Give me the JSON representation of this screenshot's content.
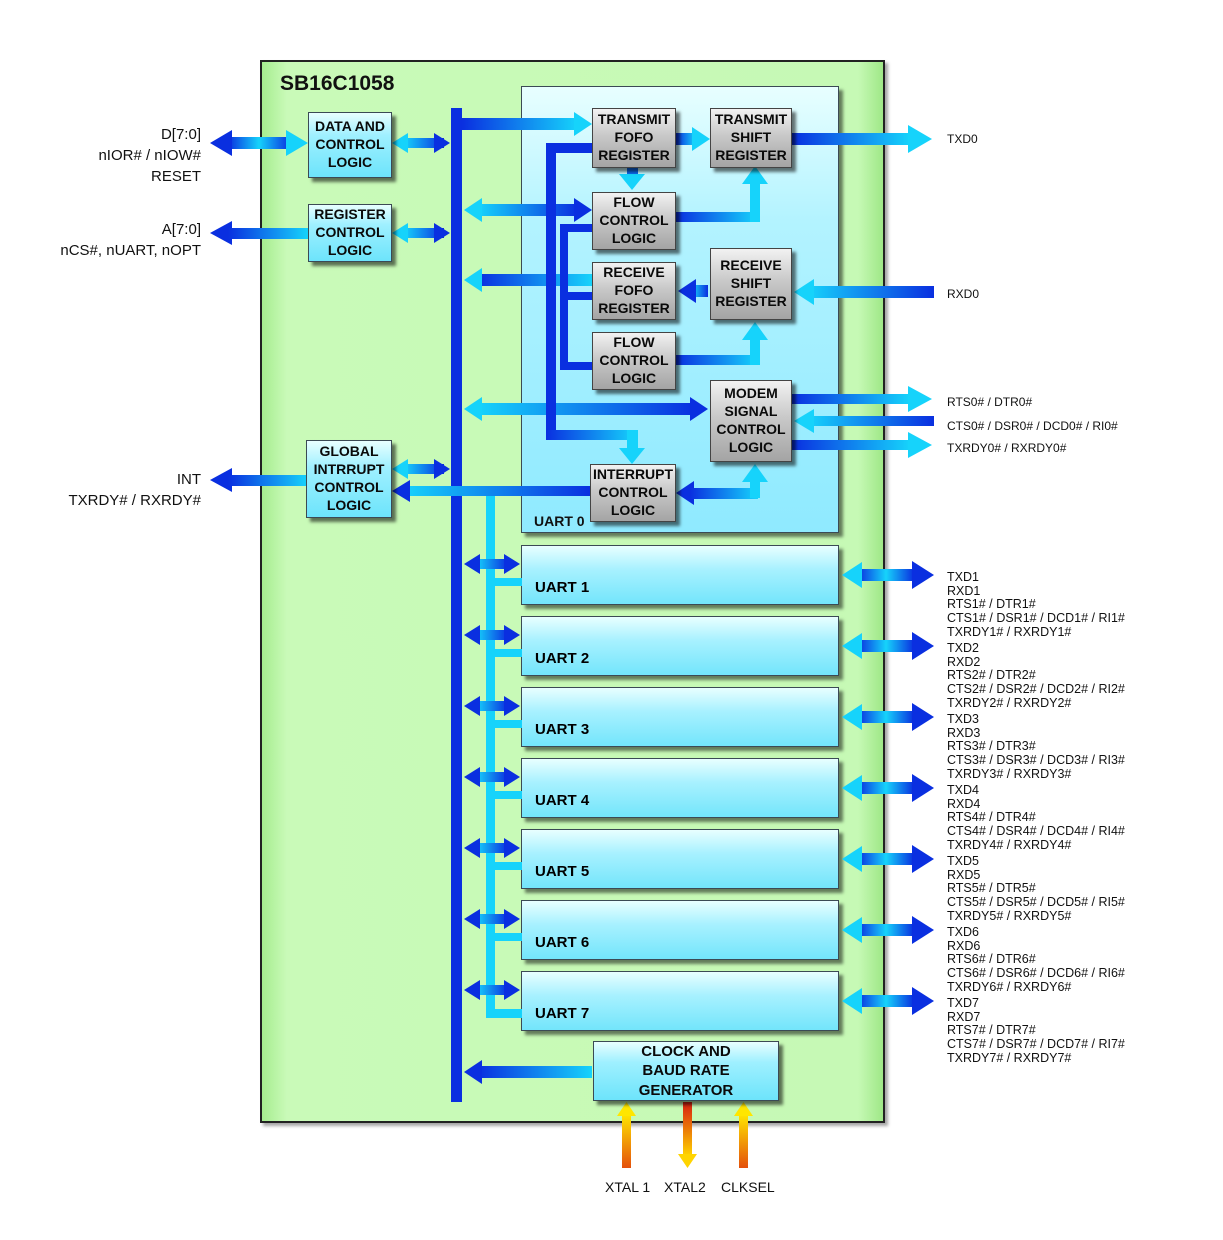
{
  "chip_title": "SB16C1058",
  "host_signals": {
    "data": [
      "D[7:0]",
      "nIOR# / nIOW#",
      "RESET"
    ],
    "address": [
      "A[7:0]",
      "nCS#, nUART, nOPT"
    ],
    "interrupt": [
      "INT",
      "TXRDY# / RXRDY#"
    ]
  },
  "blocks": {
    "data_control": "DATA AND\nCONTROL\nLOGIC",
    "register_control": "REGISTER\nCONTROL\nLOGIC",
    "global_interrupt": "GLOBAL\nINTRRUPT\nCONTROL\nLOGIC",
    "transmit_fifo": "TRANSMIT\nFOFO\nREGISTER",
    "transmit_shift": "TRANSMIT\nSHIFT\nREGISTER",
    "flow_control_tx": "FLOW\nCONTROL\nLOGIC",
    "receive_fifo": "RECEIVE\nFOFO\nREGISTER",
    "receive_shift": "RECEIVE\nSHIFT\nREGISTER",
    "flow_control_rx": "FLOW\nCONTROL\nLOGIC",
    "modem_signal": "MODEM\nSIGNAL\nCONTROL\nLOGIC",
    "interrupt_control": "INTERRUPT\nCONTROL\nLOGIC",
    "clock_baud": "CLOCK AND\nBAUD RATE\nGENERATOR"
  },
  "uart0": {
    "label": "UART 0",
    "txd": "TXD0",
    "rxd": "RXD0",
    "rts": "RTS0# / DTR0#",
    "cts": "CTS0# / DSR0# / DCD0# / RI0#",
    "txrdy": "TXRDY0# / RXRDY0#"
  },
  "uarts": [
    {
      "label": "UART 1",
      "signals": [
        "TXD1",
        "RXD1",
        "RTS1# / DTR1#",
        "CTS1# / DSR1# / DCD1# / RI1#",
        "TXRDY1# / RXRDY1#"
      ]
    },
    {
      "label": "UART 2",
      "signals": [
        "TXD2",
        "RXD2",
        "RTS2# / DTR2#",
        "CTS2# / DSR2# / DCD2# / RI2#",
        "TXRDY2# / RXRDY2#"
      ]
    },
    {
      "label": "UART 3",
      "signals": [
        "TXD3",
        "RXD3",
        "RTS3# / DTR3#",
        "CTS3# / DSR3# / DCD3# / RI3#",
        "TXRDY3# / RXRDY3#"
      ]
    },
    {
      "label": "UART 4",
      "signals": [
        "TXD4",
        "RXD4",
        "RTS4# / DTR4#",
        "CTS4# / DSR4# / DCD4# / RI4#",
        "TXRDY4# / RXRDY4#"
      ]
    },
    {
      "label": "UART 5",
      "signals": [
        "TXD5",
        "RXD5",
        "RTS5# / DTR5#",
        "CTS5# / DSR5# / DCD5# / RI5#",
        "TXRDY5# / RXRDY5#"
      ]
    },
    {
      "label": "UART 6",
      "signals": [
        "TXD6",
        "RXD6",
        "RTS6# / DTR6#",
        "CTS6# / DSR6# / DCD6# / RI6#",
        "TXRDY6# / RXRDY6#"
      ]
    },
    {
      "label": "UART 7",
      "signals": [
        "TXD7",
        "RXD7",
        "RTS7# / DTR7#",
        "CTS7# / DSR7# / DCD7# / RI7#",
        "TXRDY7# / RXRDY7#"
      ]
    }
  ],
  "clock_inputs": [
    "XTAL 1",
    "XTAL2",
    "CLKSEL"
  ],
  "colors": {
    "chip_fill": "#c5f9b4",
    "bus_blue": "#0a2fe0",
    "bus_cyan": "#16d3fb",
    "clock_yellow": "#ffe000",
    "clock_orange": "#e45a10"
  }
}
